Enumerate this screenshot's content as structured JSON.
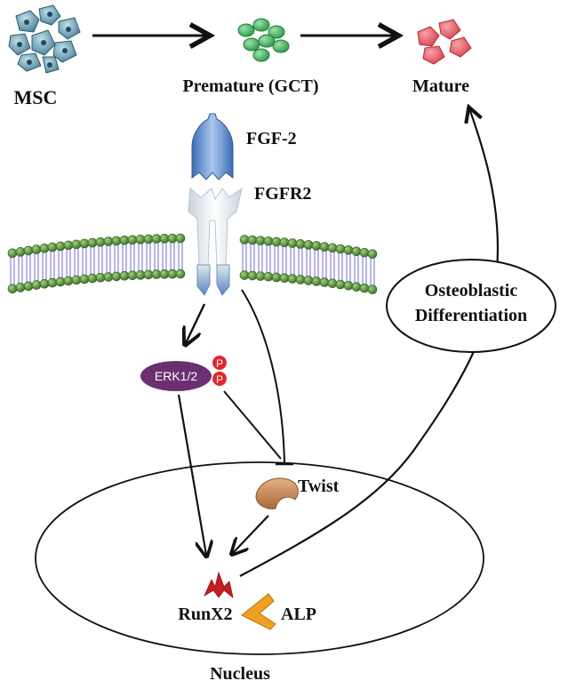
{
  "stages": {
    "msc": "MSC",
    "premature": "Premature (GCT)",
    "mature": "Mature"
  },
  "signaling": {
    "ligand": "FGF-2",
    "receptor": "FGFR2",
    "kinase": "ERK1/2",
    "phospho": "P",
    "twist": "Twist",
    "runx2": "RunX2",
    "alp": "ALP"
  },
  "process_label": {
    "line1": "Osteoblastic",
    "line2": "Differentiation"
  },
  "compartment": "Nucleus",
  "colors": {
    "msc_cells": "#6fa3b8",
    "premature_cells": "#3fae5b",
    "mature_cells": "#e05560",
    "ligand": "#5f8fcf",
    "membrane_bead": "#4f8a3a",
    "membrane_tail": "#8b86d9",
    "erk": "#6b2f72",
    "phospho": "#e0272c",
    "twist": "#c98a58",
    "runx2": "#c41e1e",
    "alp": "#f0a020"
  }
}
